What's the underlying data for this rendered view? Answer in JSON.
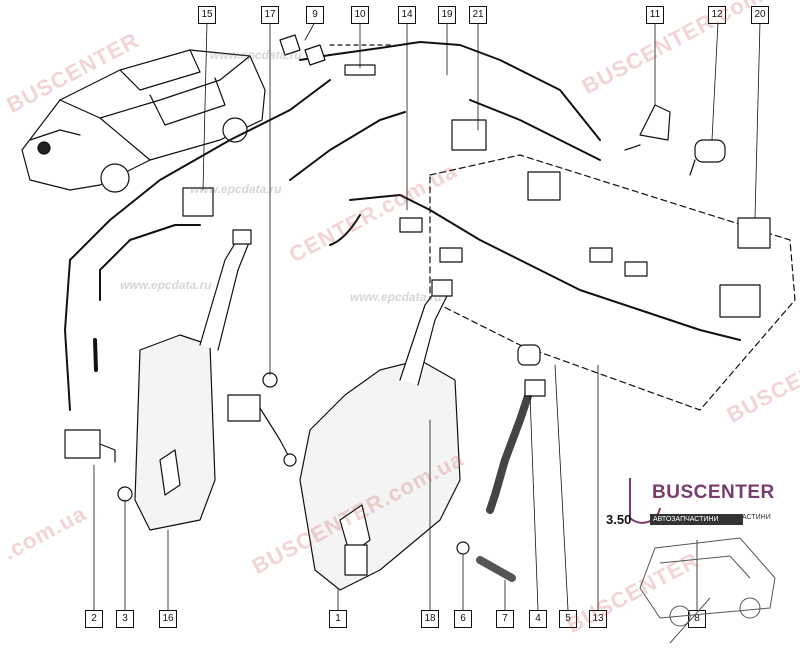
{
  "callouts_top": [
    "15",
    "17",
    "9",
    "10",
    "14",
    "19",
    "21",
    "11",
    "12",
    "20"
  ],
  "callouts_bottom": [
    "2",
    "3",
    "16",
    "1",
    "18",
    "6",
    "7",
    "4",
    "5",
    "13",
    "8"
  ],
  "watermarks": {
    "buscenter": "BUSCENTER",
    "buscenter_com_ua": "BUSCENTER.com.ua",
    "epcdata": "www.epcdata.ru",
    "com_ua": ".com.ua",
    "center_com_ua": "CENTER.com.ua"
  },
  "logo": {
    "name": "BUSCENTER",
    "number": "3.50",
    "tag": "АВТОЗАПЧАСТИНИ",
    "sub": "АСТИНИ"
  },
  "colors": {
    "line": "#111111",
    "watermark": "#c83c3c",
    "logo": "#7a3b6e"
  }
}
